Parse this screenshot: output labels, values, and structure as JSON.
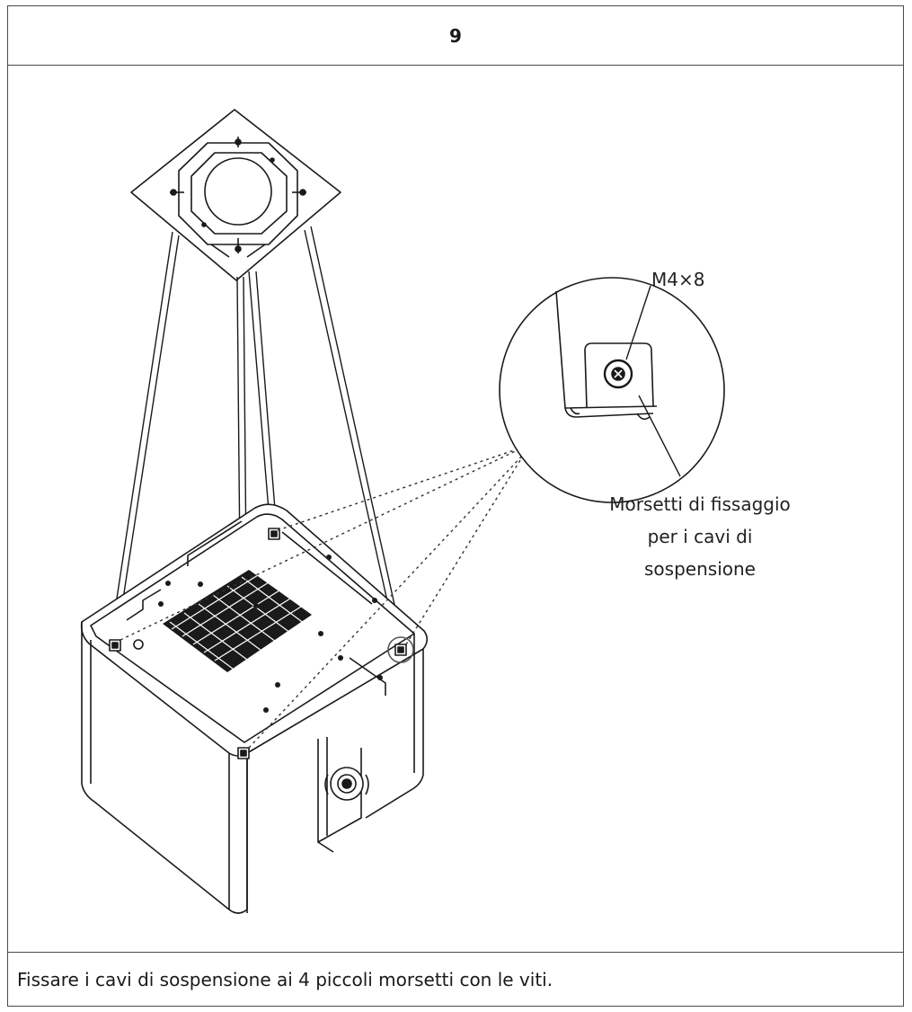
{
  "step": {
    "number": "9"
  },
  "figure": {
    "screw_label": "M4×8",
    "clamp_label_lines": [
      "Morsetti di fissaggio",
      "per i cavi di",
      "sospensione"
    ],
    "icons": [
      "ceiling-plate-icon",
      "suspension-cable-icon",
      "hood-body-icon",
      "clamp-detail-icon",
      "screw-icon"
    ]
  },
  "caption": {
    "text": "Fissare i cavi di sospensione ai 4 piccoli morsetti con le viti."
  },
  "colors": {
    "line": "#1a1a1a",
    "frame": "#4a4a4a",
    "background": "#ffffff"
  }
}
